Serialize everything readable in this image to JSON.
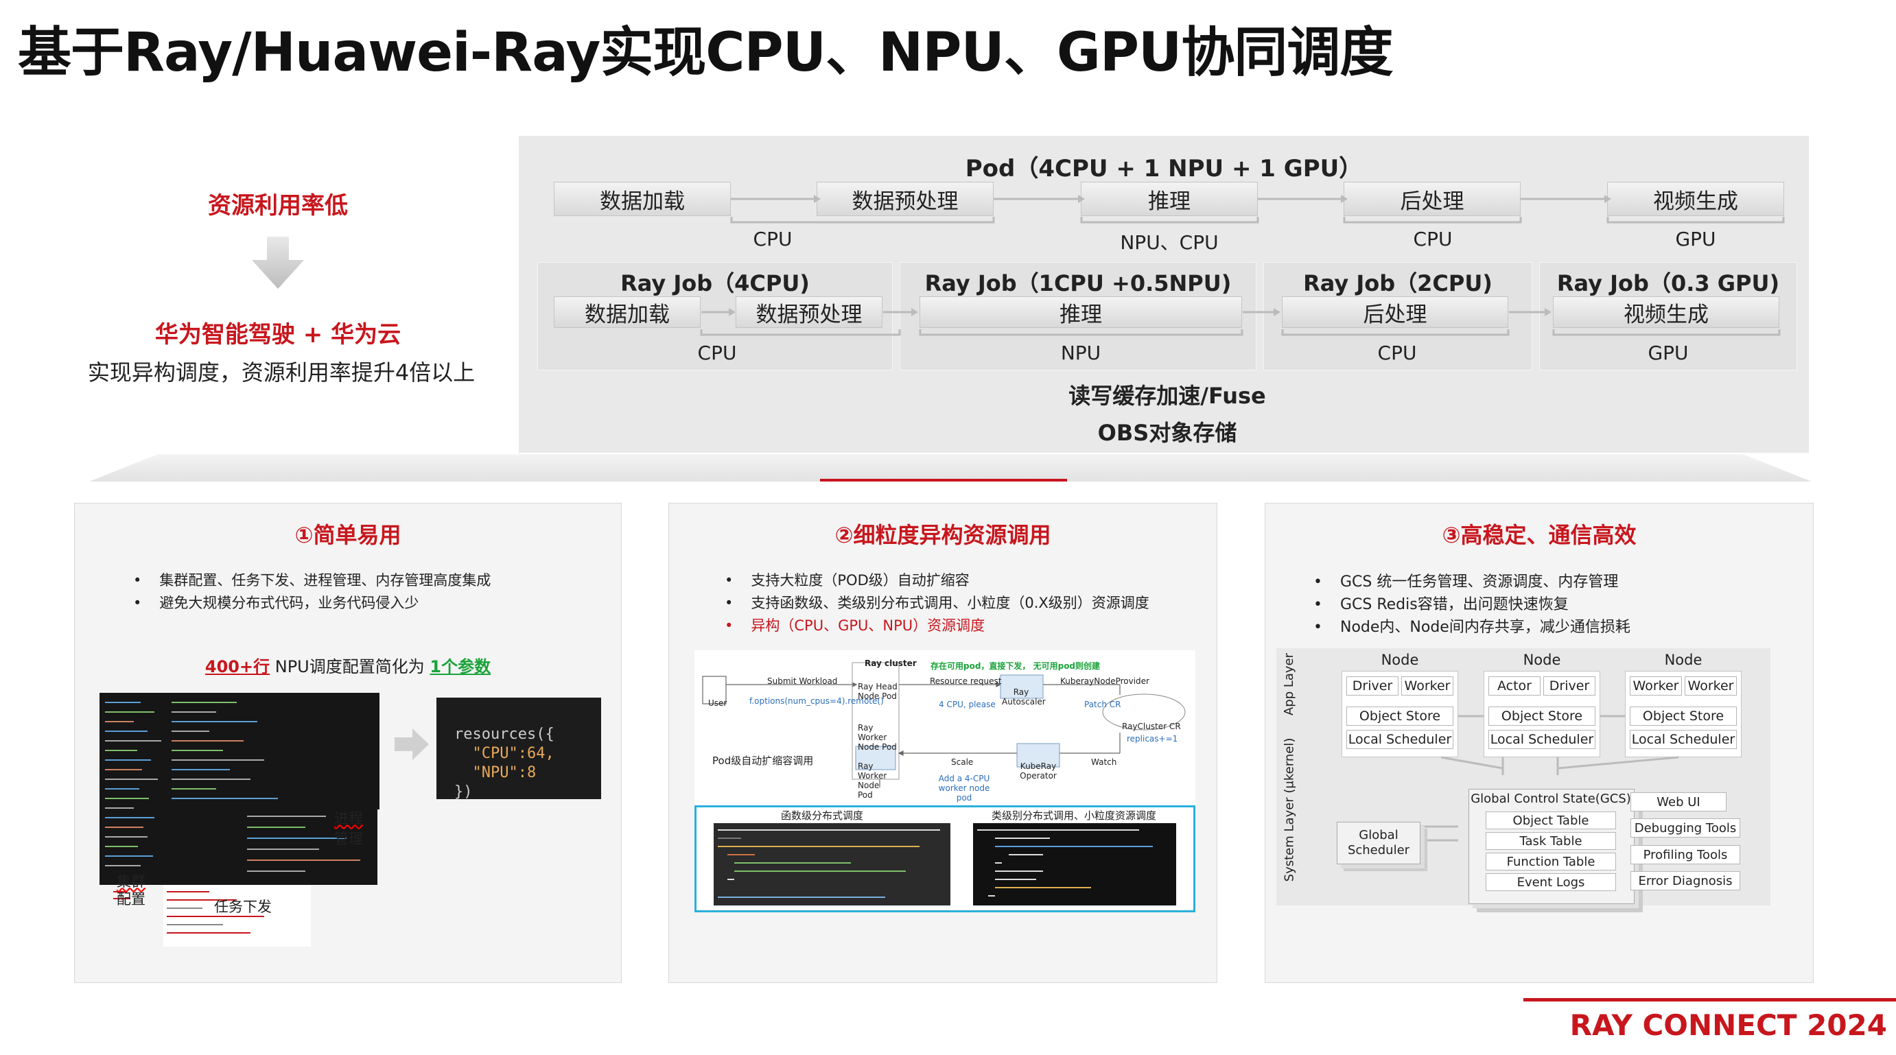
{
  "title": "基于Ray/Huawei-Ray实现CPU、NPU、GPU协同调度",
  "left": {
    "low_util": "资源利用率低",
    "huawei": "华为智能驾驶 + 华为云",
    "desc": "实现异构调度，资源利用率提升4倍以上"
  },
  "pod": {
    "title": "Pod（4CPU + 1 NPU + 1 GPU）",
    "stages": [
      "数据加载",
      "数据预处理",
      "推理",
      "后处理",
      "视频生成"
    ],
    "res_labels": [
      "CPU",
      "NPU、CPU",
      "CPU",
      "GPU"
    ]
  },
  "jobs": [
    {
      "title": "Ray Job（4CPU)",
      "boxes": [
        "数据加载",
        "数据预处理"
      ],
      "res": "CPU"
    },
    {
      "title": "Ray Job（1CPU +0.5NPU)",
      "boxes": [
        "推理"
      ],
      "res": "NPU"
    },
    {
      "title": "Ray Job（2CPU)",
      "boxes": [
        "后处理"
      ],
      "res": "CPU"
    },
    {
      "title": "Ray Job（0.3 GPU)",
      "boxes": [
        "视频生成"
      ],
      "res": "GPU"
    }
  ],
  "storage": {
    "cache": "读写缓存加速/Fuse",
    "obs": "OBS对象存储"
  },
  "card1": {
    "title": "①简单易用",
    "bullets": [
      "集群配置、任务下发、进程管理、内存管理高度集成",
      "避免大规模分布式代码，业务代码侵入少"
    ],
    "summary_red": "400+行",
    "summary_mid": " NPU调度配置简化为 ",
    "summary_green": "1个参数",
    "code": [
      "resources({",
      "  \"CPU\":64,",
      "  \"NPU\":8",
      "})"
    ],
    "labels": {
      "process": "进程",
      "manage": "管理",
      "cluster": "集群",
      "config": "配置",
      "dispatch": "任务下发"
    }
  },
  "card2": {
    "title": "②细粒度异构资源调用",
    "bullets": [
      "支持大粒度（POD级）自动扩缩容",
      "支持函数级、类级别分布式调用、小粒度（0.X级别）资源调度"
    ],
    "bullet_red": "异构（CPU、GPU、NPU）资源调度",
    "diagram": {
      "user": "User",
      "submit": "Submit Workload",
      "submit_sub": "f.options(num_cpus=4).remote()",
      "ray_cluster": "Ray cluster",
      "head": "Ray Head Node Pod",
      "worker1": "Ray Worker Node Pod",
      "worker2": "Ray Worker Node Pod",
      "res_req": "Resource request",
      "res_req_sub": "4 CPU, please",
      "autoscaler": "Ray Autoscaler",
      "green_note": "存在可用pod，直接下发， 无可用pod则创建",
      "provider": "KuberayNodeProvider",
      "patch": "Patch CR",
      "cr": "RayCluster CR",
      "replicas": "replicas+=1",
      "pod_scale": "Pod级自动扩缩容调用",
      "scale": "Scale",
      "add": "Add a 4-CPU worker node pod",
      "operator": "KubeRay Operator",
      "watch": "Watch",
      "func_title": "函数级分布式调度",
      "class_title": "类级别分布式调用、小粒度资源调度"
    }
  },
  "card3": {
    "title": "③高稳定、通信高效",
    "bullets": [
      "GCS 统一任务管理、资源调度、内存管理",
      "GCS Redis容错，出问题快速恢复",
      "Node内、Node间内存共享，减少通信损耗"
    ],
    "app_layer": "App Layer",
    "sys_layer": "System Layer (µkernel)",
    "nodes": [
      {
        "title": "Node",
        "top": [
          "Driver",
          "Worker"
        ],
        "store": "Object Store",
        "sched": "Local Scheduler"
      },
      {
        "title": "Node",
        "top": [
          "Actor",
          "Driver"
        ],
        "store": "Object Store",
        "sched": "Local Scheduler"
      },
      {
        "title": "Node",
        "top": [
          "Worker",
          "Worker"
        ],
        "store": "Object Store",
        "sched": "Local Scheduler"
      }
    ],
    "global_sched": "Global Scheduler",
    "gcs": {
      "title": "Global Control State(GCS)",
      "tables": [
        "Object Table",
        "Task Table",
        "Function Table",
        "Event Logs"
      ]
    },
    "tools": [
      "Web UI",
      "Debugging Tools",
      "Profiling Tools",
      "Error Diagnosis"
    ]
  },
  "footer": "RAY CONNECT 2024"
}
